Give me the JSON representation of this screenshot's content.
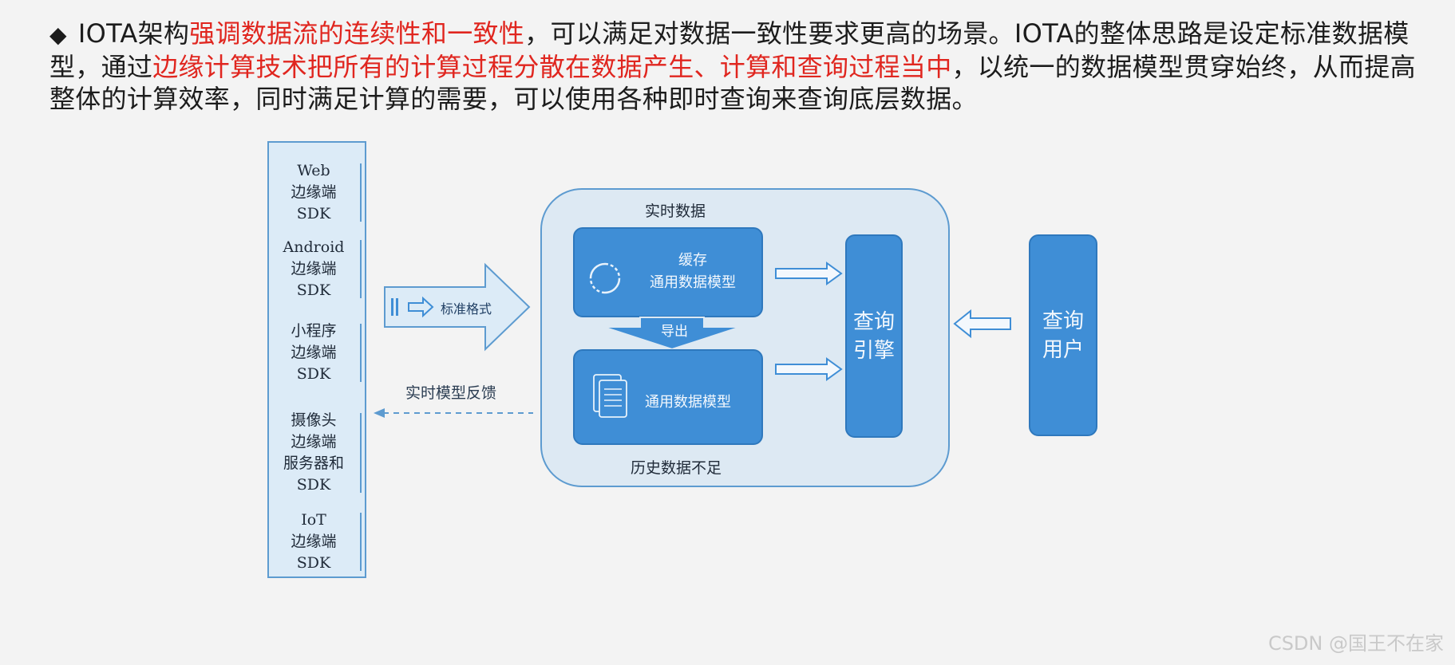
{
  "intro": {
    "bullet": "◆",
    "segments": [
      "IOTA架构",
      "强调数据流的连续性和一致性",
      "，可以满足对数据一致性要求更高的场景。IOTA的整体思路是设定标准数据模型，通过",
      "边缘计算技术把所有的计算过程分散在数据产生、计算和查询过程当中",
      "，以统一的数据模型贯穿始终，从而提高整体的计算效率，同时满足计算的需要，可以使用各种即时查询来查询底层数据。"
    ],
    "highlight_color": "#e0261f"
  },
  "diagram": {
    "sdk_items": [
      [
        "Web",
        "边缘端",
        "SDK"
      ],
      [
        "Android",
        "边缘端",
        "SDK"
      ],
      [
        "小程序",
        "边缘端",
        "SDK"
      ],
      [
        "摄像头",
        "边缘端",
        "服务器和",
        "SDK"
      ],
      [
        "IoT",
        "边缘端",
        "SDK"
      ]
    ],
    "standard_format_label": "标准格式",
    "feedback_label": "实时模型反馈",
    "realtime_title": "实时数据",
    "cache_box": [
      "缓存",
      "通用数据模型"
    ],
    "export_label": "导出",
    "general_box": "通用数据模型",
    "history_title": "历史数据不足",
    "query_engine": [
      "查询",
      "引擎"
    ],
    "query_user": [
      "查询",
      "用户"
    ],
    "accent_color": "#3f8ed6",
    "border_color": "#5d9bd0"
  },
  "watermark": "CSDN @国王不在家"
}
